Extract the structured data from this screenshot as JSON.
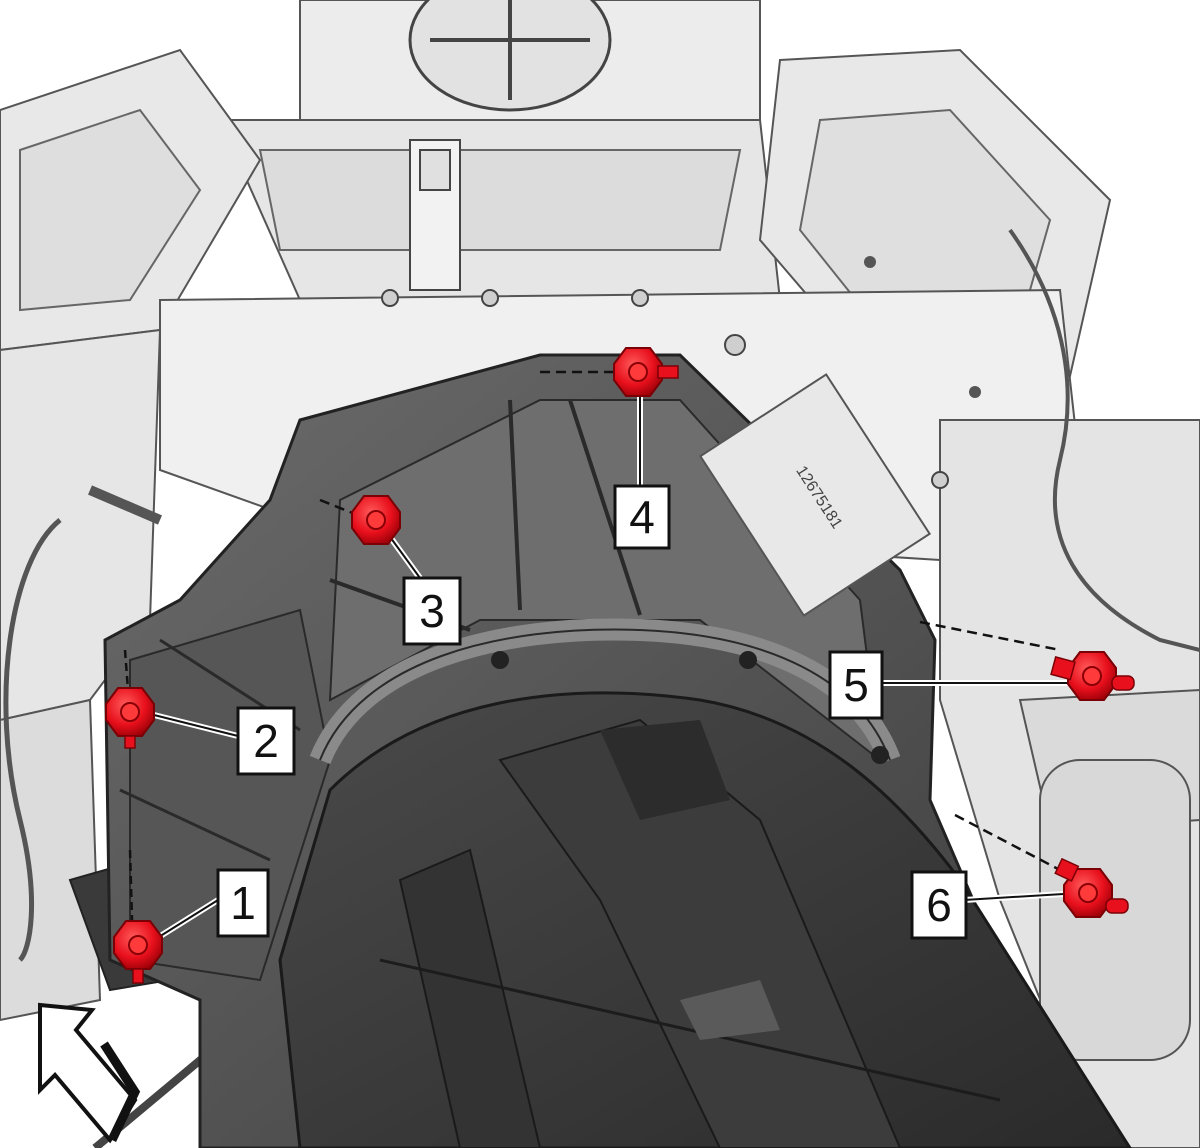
{
  "callouts": [
    {
      "id": "1",
      "label": "1"
    },
    {
      "id": "2",
      "label": "2"
    },
    {
      "id": "3",
      "label": "3"
    },
    {
      "id": "4",
      "label": "4"
    },
    {
      "id": "5",
      "label": "5"
    },
    {
      "id": "6",
      "label": "6"
    }
  ],
  "part_stamp": "12675181",
  "colors": {
    "fastener": "#e8101c",
    "fastener_dark": "#9c0008",
    "housing": "#5a5a5a",
    "housing_dark": "#3a3a3a",
    "engine": "#eeeeee",
    "line": "#222222"
  },
  "icons": {
    "orientation": "front-arrow-icon",
    "fastener": "bolt-nut-icon"
  }
}
